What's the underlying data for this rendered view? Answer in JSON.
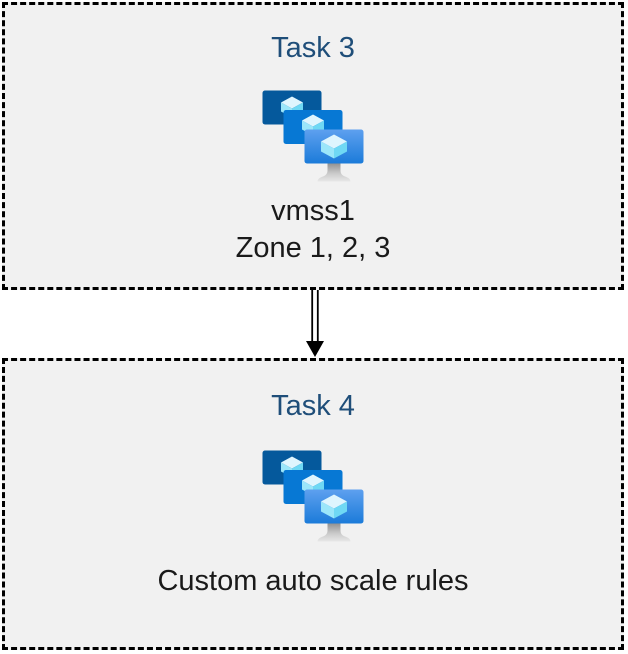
{
  "diagram": {
    "background": "#FFFFFF",
    "box_fill": "#F1F1F1",
    "box_border_color": "#000000",
    "title_color": "#1F4E79",
    "label_color": "#1A1A1A"
  },
  "tasks": [
    {
      "title": "Task 3",
      "icon": "vm-scale-sets",
      "lines": [
        "vmss1",
        "Zone 1, 2, 3"
      ]
    },
    {
      "title": "Task 4",
      "icon": "vm-scale-sets",
      "lines": [
        "Custom auto scale rules"
      ]
    }
  ],
  "connector": {
    "shape": "double-line-arrow",
    "direction": "down",
    "color": "#000000"
  },
  "icon_colors": {
    "screen_back": "#05599C",
    "screen_middle": "#0778D4",
    "screen_front_top": "#5EA0EF",
    "screen_front_bottom": "#1B7BD9",
    "cube_top": "#DFF5FE",
    "cube_left": "#9BE6FA",
    "cube_right": "#6FD8F4",
    "stand_dark": "#8F8F8F",
    "stand_light": "#E8E8E8"
  }
}
